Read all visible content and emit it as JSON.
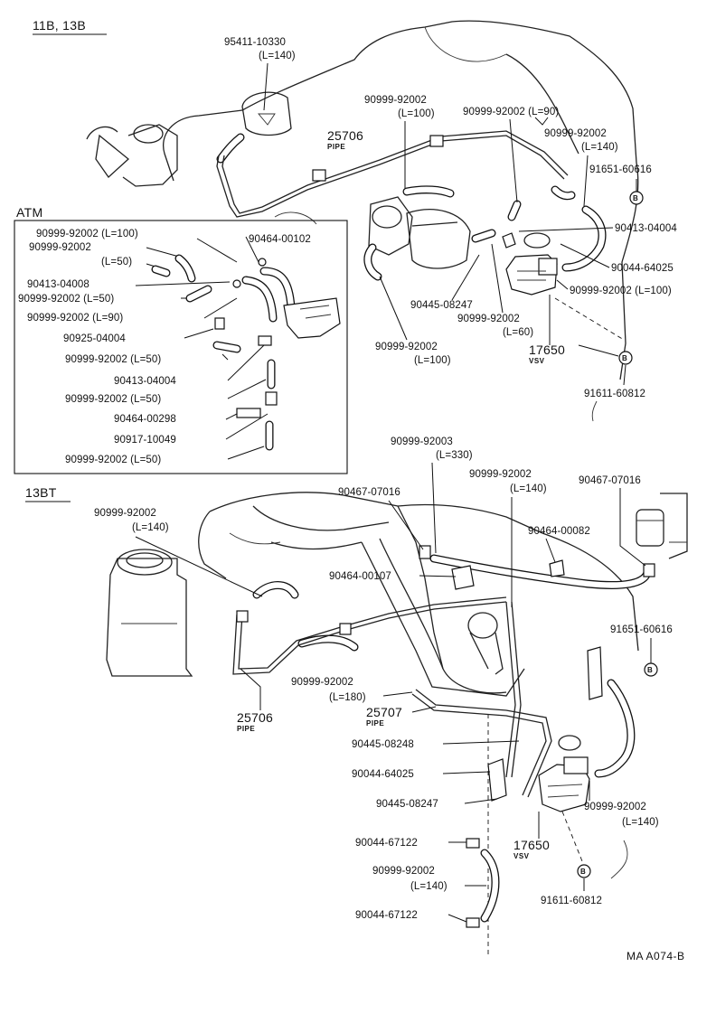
{
  "sections": {
    "top": "11B, 13B",
    "atm": "ATM",
    "bottom": "13BT"
  },
  "footer": "MA A074-B",
  "callout_letter": "B",
  "labels": {
    "top": {
      "p95411_10330": "95411-10330",
      "p95411_10330_len": "(L=140)",
      "p90999_92002_a": "90999-92002",
      "p90999_92002_a_len": "(L=100)",
      "p90999_92002_b": "90999-92002 (L=90)",
      "p90999_92002_c": "90999-92002",
      "p90999_92002_c_len": "(L=140)",
      "pipe_25706": "25706",
      "pipe_word": "PIPE",
      "p91651_60616": "91651-60616",
      "p90413_04004": "90413-04004",
      "p90044_64025": "90044-64025",
      "p90999_92002_d": "90999-92002 (L=100)",
      "p90445_08247": "90445-08247",
      "p90999_92002_e": "90999-92002",
      "p90999_92002_e_len": "(L=60)",
      "p90999_92002_f": "90999-92002",
      "p90999_92002_f_len": "(L=100)",
      "vsv_17650": "17650",
      "vsv_word": "VSV",
      "p91611_60812": "91611-60812"
    },
    "atm": {
      "a1": "90999-92002 (L=100)",
      "a2": "90999-92002",
      "a2_len": "(L=50)",
      "a3": "90464-00102",
      "a4": "90413-04008",
      "a5": "90999-92002 (L=50)",
      "a6": "90999-92002 (L=90)",
      "a7": "90925-04004",
      "a8": "90999-92002 (L=50)",
      "a9": "90413-04004",
      "a10": "90999-92002 (L=50)",
      "a11": "90464-00298",
      "a12": "90917-10049",
      "a13": "90999-92002 (L=50)"
    },
    "bottom": {
      "b1": "90999-92003",
      "b1_len": "(L=330)",
      "b2": "90467-07016",
      "b3": "90999-92002",
      "b3_len": "(L=140)",
      "b4": "90467-07016",
      "b5": "90999-92002",
      "b5_len": "(L=140)",
      "b6": "90464-00082",
      "b7": "90464-00107",
      "b8": "91651-60616",
      "b9": "90999-92002",
      "b9_len": "(L=180)",
      "pipe_25706": "25706",
      "pipe_25707": "25707",
      "pipe_word": "PIPE",
      "b10": "90445-08248",
      "b11": "90044-64025",
      "b12": "90445-08247",
      "b13": "90999-92002",
      "b13_len": "(L=140)",
      "vsv_17650": "17650",
      "vsv_word": "VSV",
      "b14": "90044-67122",
      "b15": "90999-92002",
      "b15_len": "(L=140)",
      "b16": "90044-67122",
      "b17": "91611-60812"
    }
  }
}
